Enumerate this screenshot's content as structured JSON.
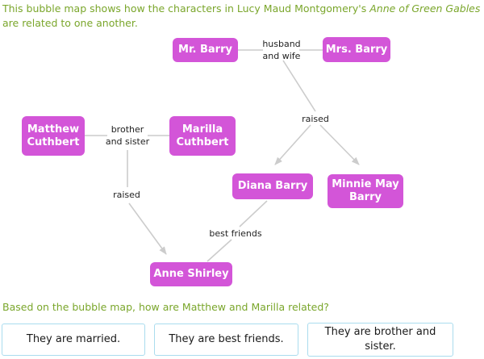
{
  "intro": {
    "line1_text": "This bubble map shows how the characters in Lucy Maud Montgomery's ",
    "line1_italic": "Anne of Green Gables",
    "line2": "are related to one another."
  },
  "question": "Based on the bubble map, how are Matthew and Marilla related?",
  "diagram": {
    "type": "bubble-map",
    "nodes": [
      {
        "id": "mr-barry",
        "label": "Mr. Barry"
      },
      {
        "id": "mrs-barry",
        "label": "Mrs. Barry"
      },
      {
        "id": "matthew-cuthbert",
        "label": "Matthew Cuthbert"
      },
      {
        "id": "marilla-cuthbert",
        "label": "Marilla Cuthbert"
      },
      {
        "id": "diana-barry",
        "label": "Diana Barry"
      },
      {
        "id": "minnie-may-barry",
        "label": "Minnie May Barry"
      },
      {
        "id": "anne-shirley",
        "label": "Anne Shirley"
      }
    ],
    "edge_labels": [
      {
        "id": "husband-and-wife",
        "text": "husband and wife"
      },
      {
        "id": "raised-barrys",
        "text": "raised"
      },
      {
        "id": "brother-and-sister",
        "text": "brother and sister"
      },
      {
        "id": "raised-cuthberts",
        "text": "raised"
      },
      {
        "id": "best-friends",
        "text": "best friends"
      }
    ],
    "relations": [
      {
        "from": "Mr. Barry",
        "to": "Mrs. Barry",
        "label": "husband and wife"
      },
      {
        "from": "Mr. Barry / Mrs. Barry",
        "to": "Diana Barry",
        "label": "raised"
      },
      {
        "from": "Mr. Barry / Mrs. Barry",
        "to": "Minnie May Barry",
        "label": "raised"
      },
      {
        "from": "Matthew Cuthbert",
        "to": "Marilla Cuthbert",
        "label": "brother and sister"
      },
      {
        "from": "Matthew Cuthbert / Marilla Cuthbert",
        "to": "Anne Shirley",
        "label": "raised"
      },
      {
        "from": "Diana Barry",
        "to": "Anne Shirley",
        "label": "best friends"
      }
    ]
  },
  "answers": [
    {
      "label": "They are married."
    },
    {
      "label": "They are best friends."
    },
    {
      "label": "They are brother and sister."
    }
  ],
  "colors": {
    "accent_green": "#7aa62b",
    "node_magenta": "#d355d8",
    "line_gray": "#cccccc",
    "answer_border": "#aadcee",
    "label_text": "#222222"
  }
}
